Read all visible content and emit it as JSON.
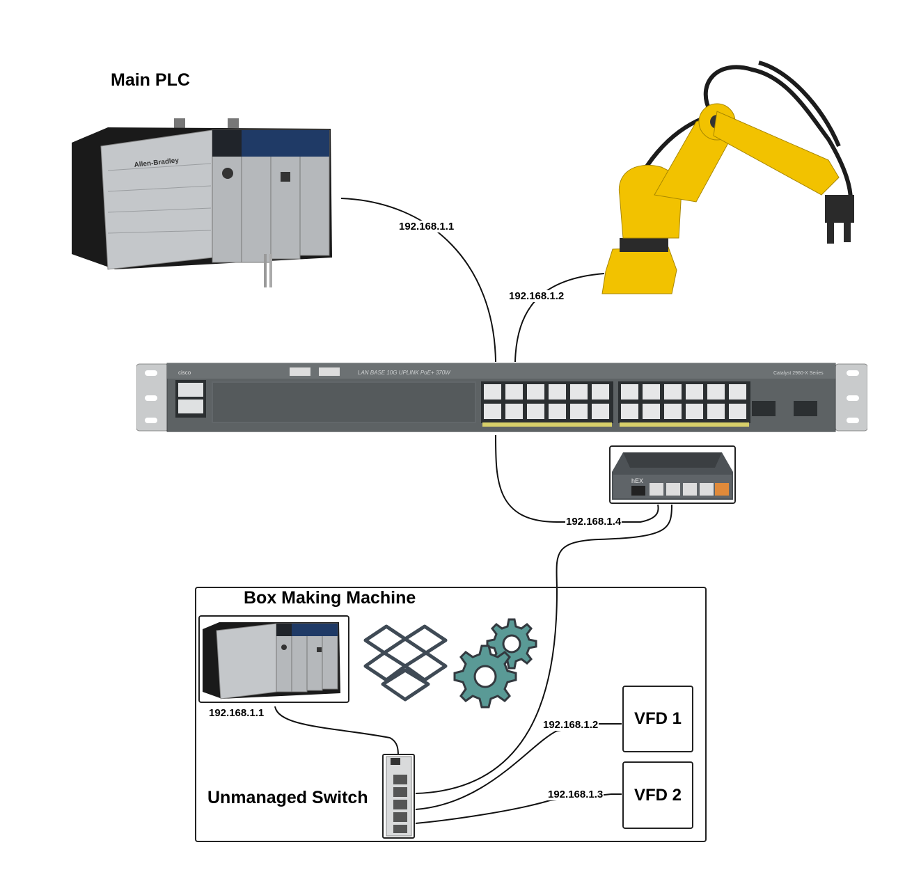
{
  "labels": {
    "main_plc": "Main PLC",
    "box_machine": "Box Making Machine",
    "unmanaged_switch": "Unmanaged Switch"
  },
  "ips": {
    "main_plc": "192.168.1.1",
    "robot": "192.168.1.2",
    "router": "192.168.1.4",
    "machine_plc": "192.168.1.1",
    "vfd1": "192.168.1.2",
    "vfd2": "192.168.1.3"
  },
  "vfds": {
    "vfd1": "VFD 1",
    "vfd2": "VFD 2"
  },
  "device_text": {
    "plc_brand": "Allen-Bradley",
    "switch_brand": "cisco",
    "switch_model_strip": "LAN BASE  10G UPLINK  PoE+  370W",
    "switch_series": "Catalyst 2960-X Series",
    "router_brand": "hEX"
  },
  "colors": {
    "robot_yellow": "#f2c200",
    "gear_teal": "#5a9a96",
    "box_slate": "#3f4a55",
    "switch_body": "#5d6264",
    "plc_gray": "#b9bcbf"
  },
  "icons": {
    "plc": "plc-icon",
    "robot": "robot-arm-icon",
    "managed_switch": "network-switch-icon",
    "router": "router-icon",
    "box": "dropbox-icon",
    "gears": "gears-icon",
    "din_switch": "unmanaged-switch-icon"
  }
}
